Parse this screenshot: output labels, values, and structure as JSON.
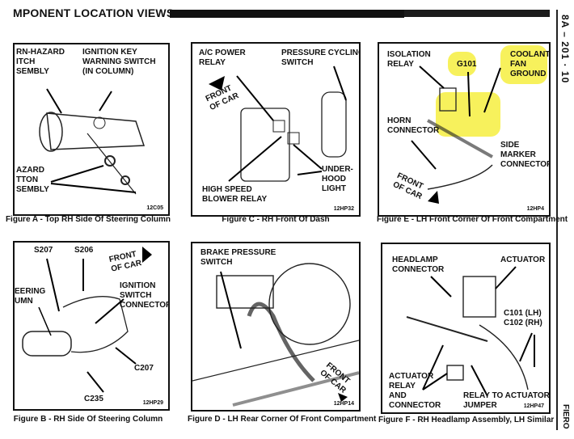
{
  "header": {
    "title": "MPONENT LOCATION VIEWS",
    "section_code": "8A – 201 · 10",
    "brand": "FIERO"
  },
  "figures": [
    {
      "id": "A",
      "caption": "Figure A - Top RH Side Of Steering Column",
      "code": "12C05",
      "labels": [
        "RN-HAZARD\nITCH\nSEMBLY",
        "IGNITION KEY\nWARNING SWITCH\n(IN COLUMN)",
        "AZARD\nTTON\nSEMBLY"
      ]
    },
    {
      "id": "C",
      "caption": "Figure C - RH Front Of Dash",
      "code": "12HP32",
      "labels": [
        "A/C POWER\nRELAY",
        "PRESSURE CYCLING\nSWITCH",
        "FRONT\nOF CAR",
        "UNDER-\nHOOD\nLIGHT",
        "HIGH SPEED\nBLOWER RELAY"
      ]
    },
    {
      "id": "E",
      "caption": "Figure E - LH Front Corner Of Front Compartment",
      "code": "12HP4",
      "labels": [
        "ISOLATION\nRELAY",
        "G101",
        "COOLANT\nFAN\nGROUND",
        "HORN\nCONNECTOR",
        "SIDE\nMARKER\nCONNECTOR",
        "FRONT\nOF CAR"
      ],
      "highlight_color": "#f6f04a"
    },
    {
      "id": "B",
      "caption": "Figure B - RH Side Of Steering Column",
      "code": "12HP29",
      "labels": [
        "S207",
        "S206",
        "FRONT\nOF CAR",
        "EERING\nUMN",
        "IGNITION\nSWITCH\nCONNECTOR",
        "C207",
        "C235"
      ]
    },
    {
      "id": "D",
      "caption": "Figure D - LH Rear Corner Of Front Compartment",
      "code": "12HP14",
      "labels": [
        "BRAKE PRESSURE\nSWITCH",
        "FRONT\nOF CAR"
      ]
    },
    {
      "id": "F",
      "caption": "Figure F - RH Headlamp Assembly, LH Similar",
      "code": "12HP47",
      "labels": [
        "HEADLAMP\nCONNECTOR",
        "ACTUATOR",
        "C101 (LH)\nC102 (RH)",
        "ACTUATOR\nRELAY\nAND\nCONNECTOR",
        "RELAY TO ACTUATOR\nJUMPER"
      ]
    }
  ]
}
